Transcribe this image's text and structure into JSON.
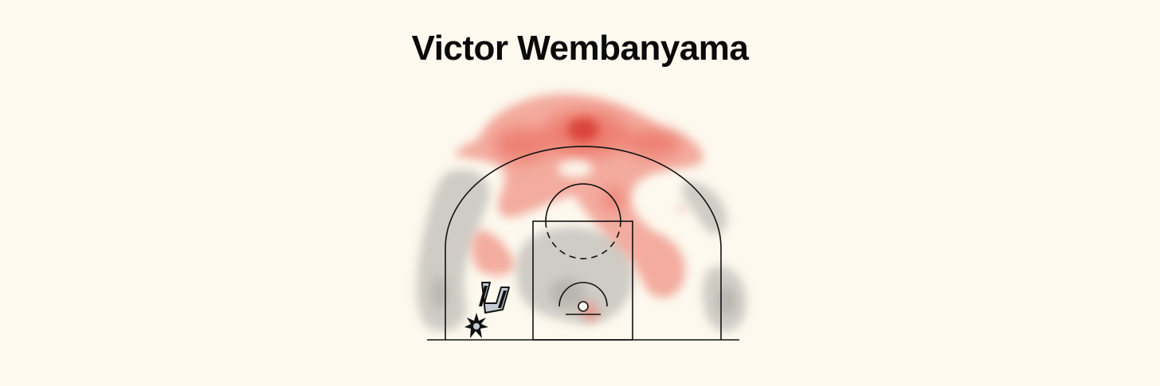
{
  "header": {
    "title": "Victor Wembanyama"
  },
  "chart_data": {
    "type": "heatmap",
    "title": "Victor Wembanyama",
    "description_free": true,
    "colors": {
      "background": "#fdf9ee",
      "hot": "#e0473f",
      "cold": "#b9b8b4",
      "lines": "#111111"
    },
    "team_logo": "spurs-logo-icon"
  }
}
